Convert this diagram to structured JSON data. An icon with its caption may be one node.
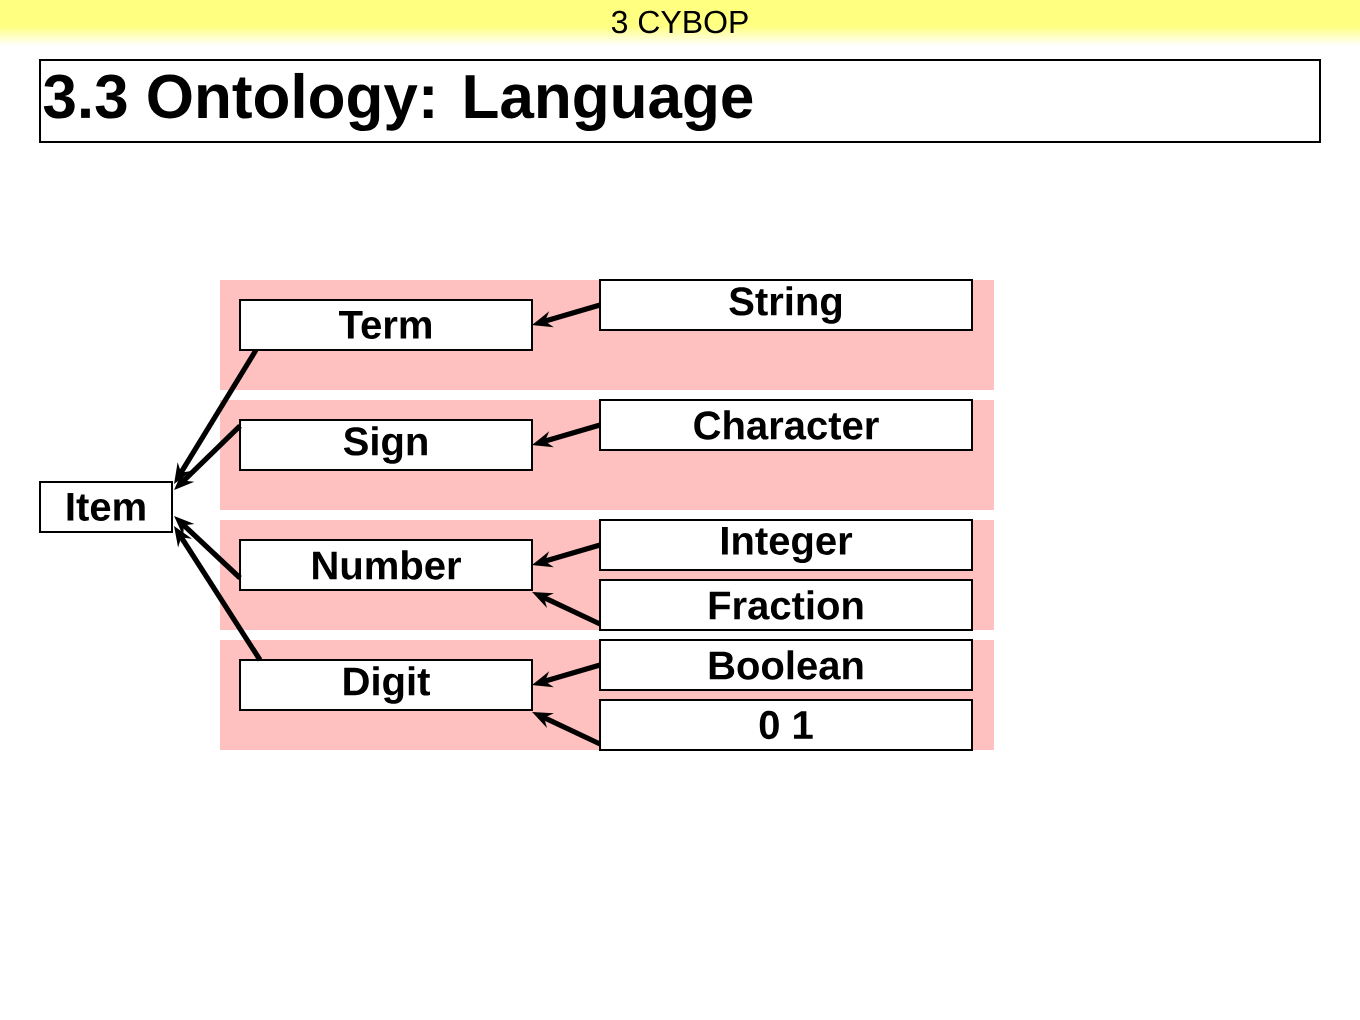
{
  "diagram": {
    "title": "3.3 Ontology: Language",
    "nodes": [
      {
        "text": [
          "Item"
        ]
      },
      {
        "text": [],
        "shape": "band"
      },
      {
        "text": [
          "Term"
        ],
        "in": 1
      },
      {
        "text": [
          "String"
        ],
        "in": 1
      },
      {
        "text": [],
        "shape": "band"
      },
      {
        "text": [
          "Sign"
        ],
        "in": 4
      },
      {
        "text": [
          "Character"
        ],
        "in": 4
      },
      {
        "text": [],
        "shape": "band"
      },
      {
        "text": [
          "Number"
        ],
        "in": 7
      },
      {
        "text": [
          "Integer"
        ],
        "in": 7
      },
      {
        "text": [
          "Fraction"
        ],
        "in": 7
      },
      {
        "text": [],
        "shape": "band"
      },
      {
        "text": [
          "Digit"
        ],
        "in": 11
      },
      {
        "text": [
          "Boolean"
        ],
        "in": 11
      },
      {
        "text": [
          "0 1"
        ],
        "in": 11
      }
    ],
    "edges": [
      {
        "from": 2,
        "to": 0,
        "arrow": "to"
      },
      {
        "from": 5,
        "to": 0,
        "arrow": "to"
      },
      {
        "from": 8,
        "to": 0,
        "arrow": "to"
      },
      {
        "from": 12,
        "to": 0,
        "arrow": "to"
      },
      {
        "from": 3,
        "to": 2,
        "arrow": "to"
      },
      {
        "from": 6,
        "to": 5,
        "arrow": "to"
      },
      {
        "from": 9,
        "to": 8,
        "arrow": "to"
      },
      {
        "from": 10,
        "to": 8,
        "arrow": "to"
      },
      {
        "from": 13,
        "to": 12,
        "arrow": "to"
      },
      {
        "from": 14,
        "to": 12,
        "arrow": "to"
      }
    ],
    "labels": [
      "3 CYBOP"
    ]
  }
}
